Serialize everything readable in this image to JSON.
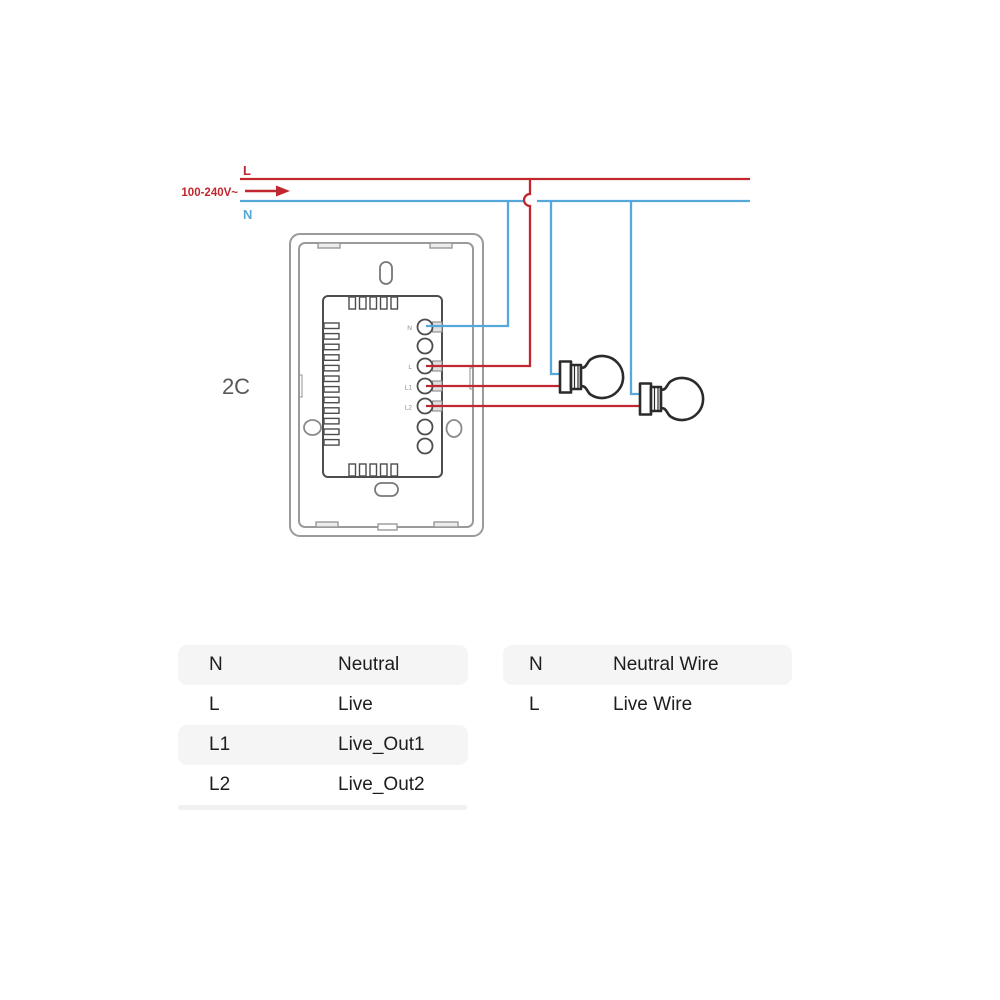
{
  "colors": {
    "live": "#c0272e",
    "neutral": "#56a8d8",
    "bulb": "#2b2b2b",
    "plate": "#9a9a9a",
    "module": "#4d4d4d"
  },
  "supply": {
    "live_label": "L",
    "neutral_label": "N",
    "voltage": "100-240V~"
  },
  "device": {
    "model": "2C",
    "terminal_labels": [
      "N",
      "L",
      "L1",
      "L2"
    ]
  },
  "legend_left": {
    "rows": [
      {
        "key": "N",
        "value": "Neutral"
      },
      {
        "key": "L",
        "value": "Live"
      },
      {
        "key": "L1",
        "value": "Live_Out1"
      },
      {
        "key": "L2",
        "value": "Live_Out2"
      }
    ]
  },
  "legend_right": {
    "rows": [
      {
        "key": "N",
        "value": "Neutral Wire"
      },
      {
        "key": "L",
        "value": "Live Wire"
      }
    ]
  }
}
